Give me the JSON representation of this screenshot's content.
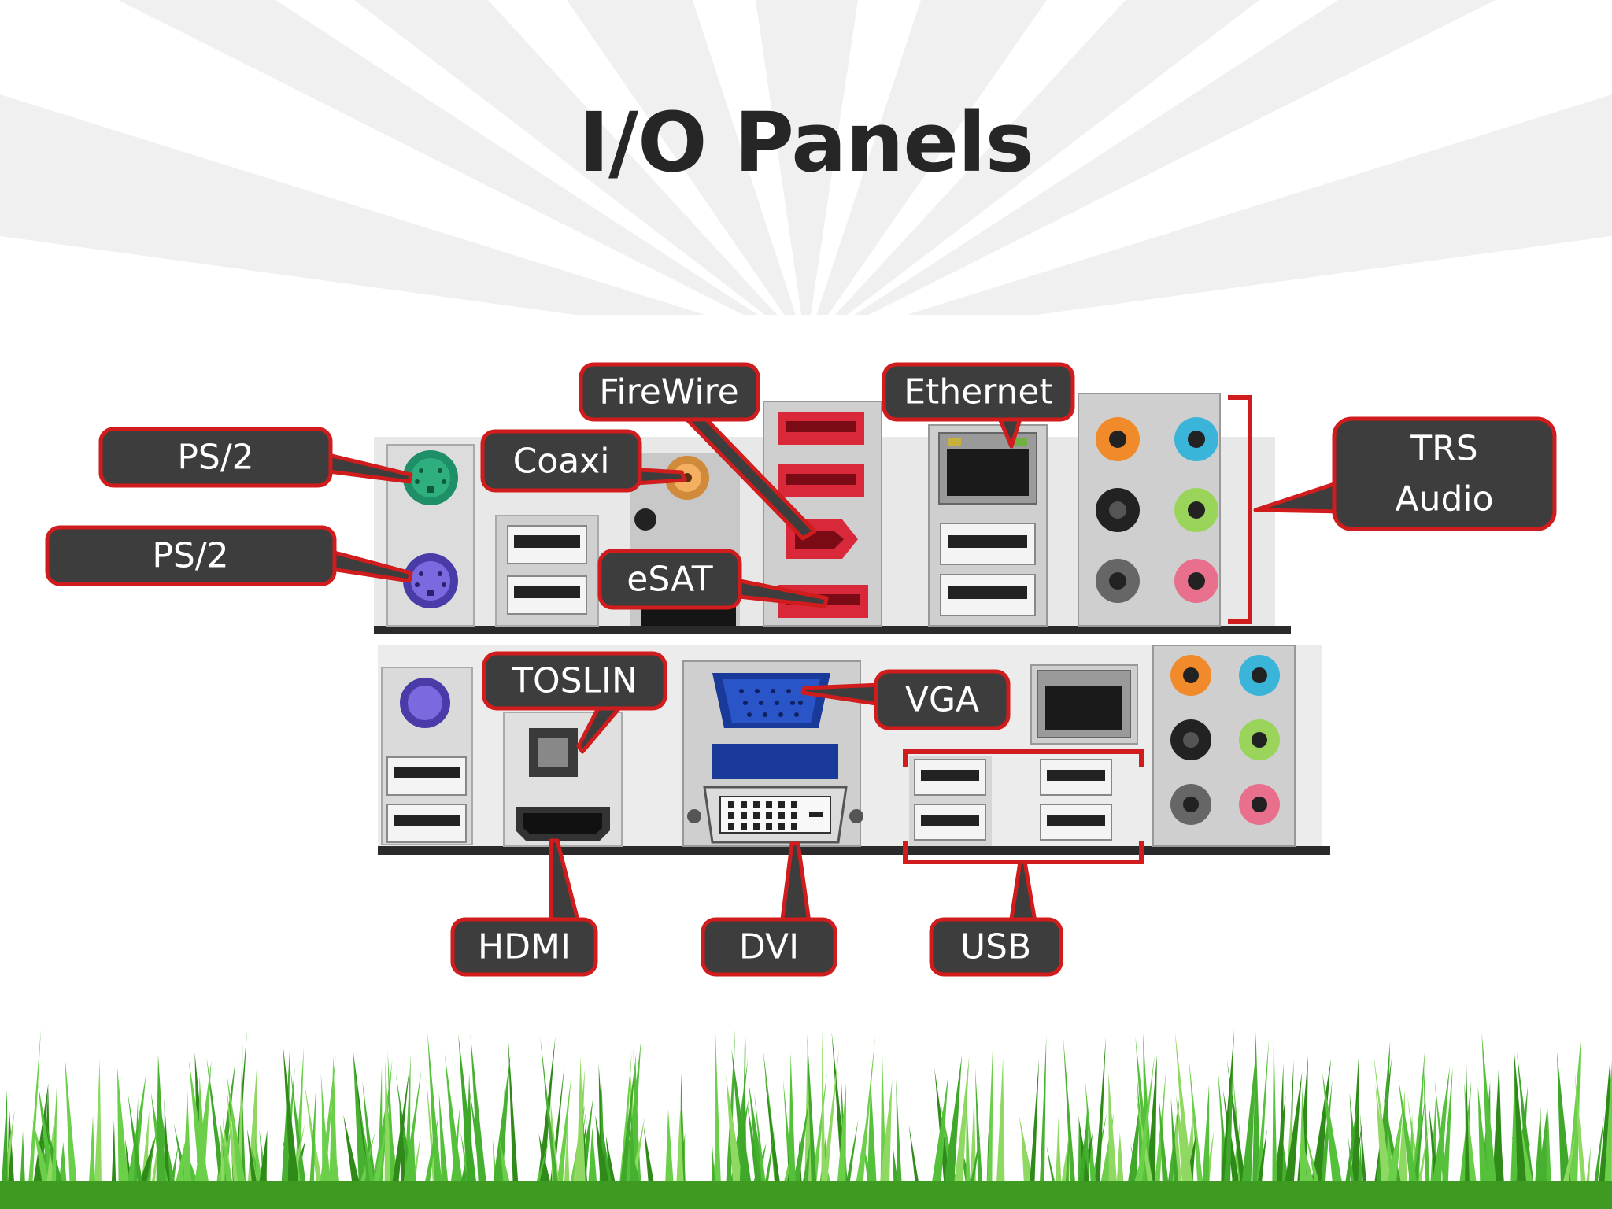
{
  "slide": {
    "title": "I/O Panels"
  },
  "labels": {
    "ps2_top": "PS/2",
    "ps2_bottom": "PS/2",
    "coaxi": "Coaxi",
    "firewire": "FireWire",
    "esat": "eSAT",
    "ethernet": "Ethernet",
    "trs_line1": "TRS",
    "trs_line2": "Audio",
    "toslin": "TOSLIN",
    "vga": "VGA",
    "hdmi": "HDMI",
    "dvi": "DVI",
    "usb": "USB"
  },
  "colors": {
    "label_fill": "#3d3d3d",
    "label_border": "#d01c1c",
    "ps2_keyboard": "#2fae7e",
    "ps2_mouse": "#6a5acd",
    "esata_firewire": "#d8283a",
    "vga_blue": "#2a55c8",
    "grass": "#4caf2a"
  },
  "audio_jack_colors": [
    "#f08a2a",
    "#3ab4d8",
    "#222222",
    "#9ad45a",
    "#666666",
    "#e8708c"
  ]
}
